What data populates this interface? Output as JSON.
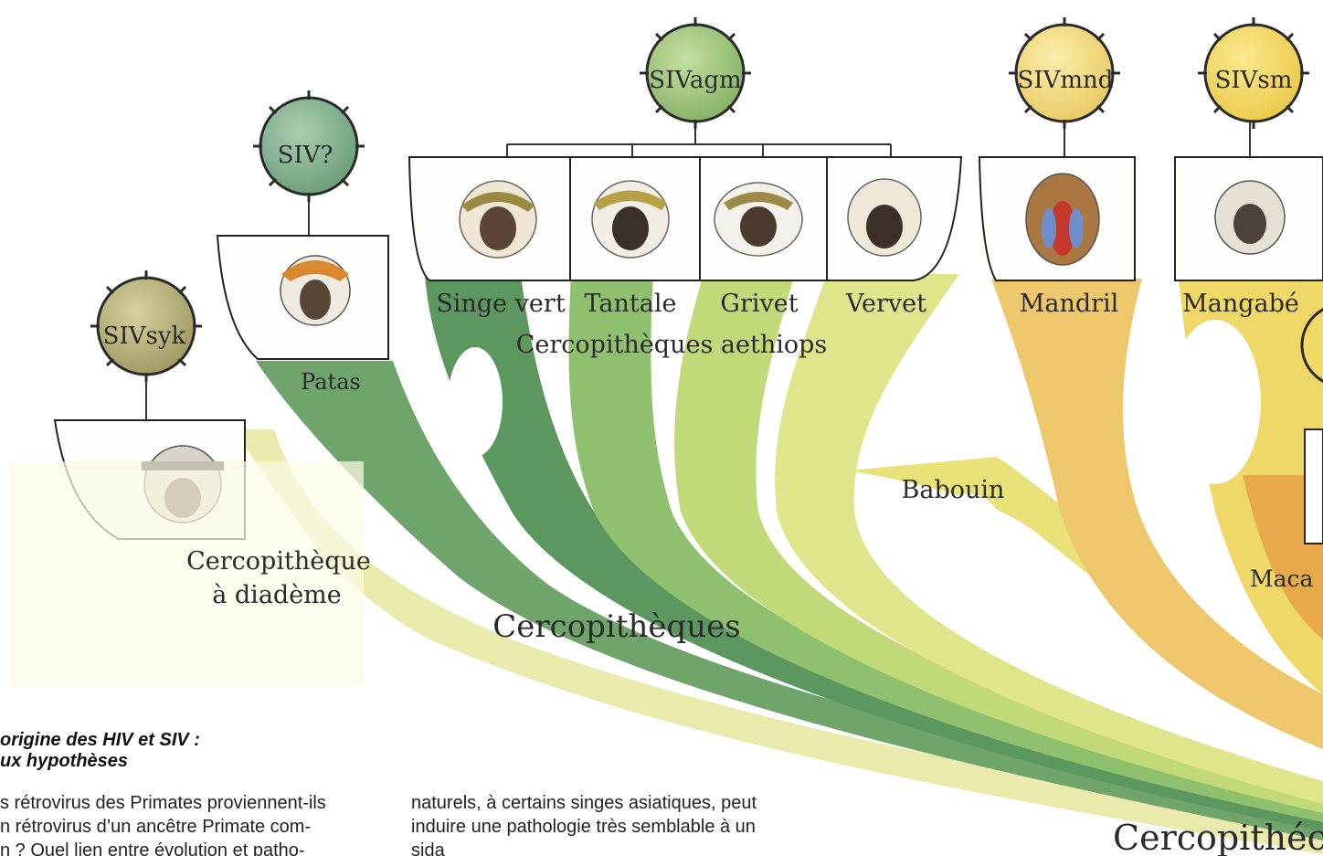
{
  "viruses": {
    "sivsyk": "SIVsyk",
    "siv_patas": "SIV?",
    "sivagm": "SIVagm",
    "sivmnd": "SIVmnd",
    "sivsm": "SIVsm"
  },
  "species": {
    "singe_vert": "Singe vert",
    "tantale": "Tantale",
    "grivet": "Grivet",
    "vervet": "Vervet",
    "mandril": "Mandril",
    "mangabe": "Mangabé",
    "patas": "Patas",
    "cercopitheque_line1": "Cercopithèque",
    "cercopitheque_line2": "à diadème",
    "babouin": "Babouin",
    "macaque_partial": "Maca"
  },
  "groups": {
    "aethiops": "Cercopithèques aethiops",
    "cercopitheques": "Cercopithèques",
    "cercopithecides_partial": "Cercopithécic"
  },
  "caption": {
    "title_line1": "origine des HIV et SIV :",
    "title_line2": "ux hypothèses",
    "col1_line1": "s rétrovirus des Primates proviennent-ils",
    "col1_line2": "n rétrovirus d’un ancêtre Primate com-",
    "col1_line3": "n ? Quel lien entre évolution et patho-",
    "col2_line1": "naturels, à certains singes asiatiques, peut",
    "col2_line2": "induire une pathologie très semblable à un",
    "col2_line3": "sida"
  },
  "colors": {
    "green_dark": "#5e9a62",
    "green_mid": "#8cbf6c",
    "yellow_green": "#d8e07a",
    "yellow": "#ecdc6e",
    "orange": "#e9b858",
    "circle_sivsyk": "#b6b07a",
    "circle_patas": "#86b592",
    "circle_sivagm": "#9cc37e",
    "circle_sivmnd": "#eed878",
    "circle_sivsm": "#f2da66"
  }
}
